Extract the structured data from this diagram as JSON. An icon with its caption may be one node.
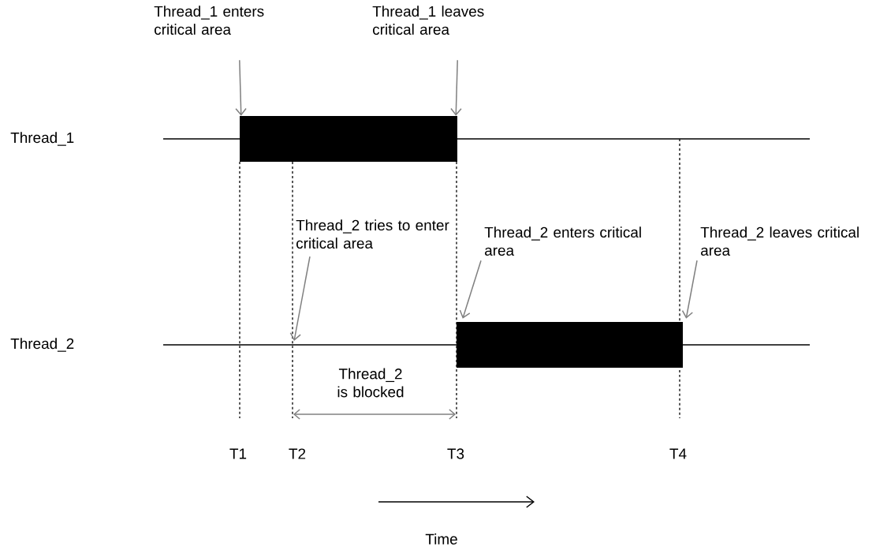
{
  "diagram": {
    "nodes": [
      {
        "text": [
          "Thread_1 enters critical area"
        ]
      },
      {
        "text": [
          "Thread_1 leaves critical area"
        ]
      },
      {
        "text": [],
        "shape": "bar"
      },
      {
        "text": [
          "Thread_2 tries to enter critical area"
        ]
      },
      {
        "text": [
          "Thread_2 enters critical area"
        ]
      },
      {
        "text": [
          "Thread_2 leaves critical area"
        ]
      },
      {
        "text": [],
        "shape": "bar"
      }
    ],
    "edges": [
      {
        "from": 0,
        "to": 2,
        "arrow": "to"
      },
      {
        "from": 1,
        "to": 2,
        "arrow": "to"
      },
      {
        "from": 3,
        "to": null,
        "arrow": "to"
      },
      {
        "from": 4,
        "to": 6,
        "arrow": "to"
      },
      {
        "from": 5,
        "to": 6,
        "arrow": "to"
      }
    ],
    "labels": [
      "Thread_1",
      "Thread_2",
      "Thread_2 is blocked",
      "T1",
      "T2",
      "T3",
      "T4",
      "Time"
    ]
  }
}
